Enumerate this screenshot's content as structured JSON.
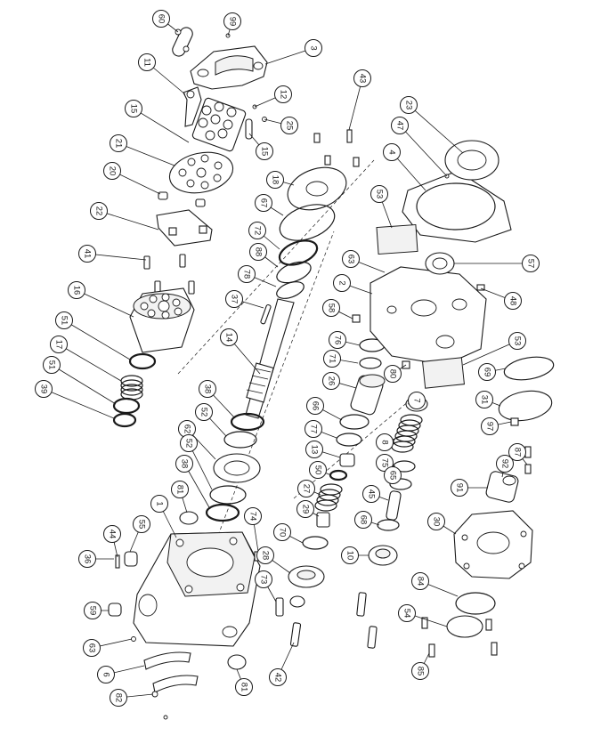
{
  "diagram": {
    "callouts": [
      {
        "id": "c60",
        "label": "60"
      },
      {
        "id": "c99",
        "label": "99"
      },
      {
        "id": "c3",
        "label": "3"
      },
      {
        "id": "c11",
        "label": "11"
      },
      {
        "id": "c12",
        "label": "12"
      },
      {
        "id": "c43",
        "label": "43"
      },
      {
        "id": "c15a",
        "label": "15"
      },
      {
        "id": "c25",
        "label": "25"
      },
      {
        "id": "c15b",
        "label": "15"
      },
      {
        "id": "c23",
        "label": "23"
      },
      {
        "id": "c47",
        "label": "47"
      },
      {
        "id": "c21",
        "label": "21"
      },
      {
        "id": "c4",
        "label": "4"
      },
      {
        "id": "c20",
        "label": "20"
      },
      {
        "id": "c18",
        "label": "18"
      },
      {
        "id": "c53a",
        "label": "53"
      },
      {
        "id": "c67",
        "label": "67"
      },
      {
        "id": "c22",
        "label": "22"
      },
      {
        "id": "c72",
        "label": "72"
      },
      {
        "id": "c63a",
        "label": "63"
      },
      {
        "id": "c57",
        "label": "57"
      },
      {
        "id": "c41",
        "label": "41"
      },
      {
        "id": "c88",
        "label": "88"
      },
      {
        "id": "c78",
        "label": "78"
      },
      {
        "id": "c2",
        "label": "2"
      },
      {
        "id": "c48",
        "label": "48"
      },
      {
        "id": "c16",
        "label": "16"
      },
      {
        "id": "c37",
        "label": "37"
      },
      {
        "id": "c58",
        "label": "58"
      },
      {
        "id": "c51a",
        "label": "51"
      },
      {
        "id": "c76",
        "label": "76"
      },
      {
        "id": "c53b",
        "label": "53"
      },
      {
        "id": "c17",
        "label": "17"
      },
      {
        "id": "c14",
        "label": "14"
      },
      {
        "id": "c71",
        "label": "71"
      },
      {
        "id": "c69",
        "label": "69"
      },
      {
        "id": "c51b",
        "label": "51"
      },
      {
        "id": "c80",
        "label": "80"
      },
      {
        "id": "c39",
        "label": "39"
      },
      {
        "id": "c26",
        "label": "26"
      },
      {
        "id": "c38a",
        "label": "38"
      },
      {
        "id": "c31",
        "label": "31"
      },
      {
        "id": "c7",
        "label": "7"
      },
      {
        "id": "c66",
        "label": "66"
      },
      {
        "id": "c52a",
        "label": "52"
      },
      {
        "id": "c62",
        "label": "62"
      },
      {
        "id": "c97",
        "label": "97"
      },
      {
        "id": "c77",
        "label": "77"
      },
      {
        "id": "c8",
        "label": "8"
      },
      {
        "id": "c52b",
        "label": "52"
      },
      {
        "id": "c13",
        "label": "13"
      },
      {
        "id": "c87",
        "label": "87"
      },
      {
        "id": "c75",
        "label": "75"
      },
      {
        "id": "c38b",
        "label": "38"
      },
      {
        "id": "c50",
        "label": "50"
      },
      {
        "id": "c65",
        "label": "65"
      },
      {
        "id": "c92",
        "label": "92"
      },
      {
        "id": "c81a",
        "label": "81"
      },
      {
        "id": "c27",
        "label": "27"
      },
      {
        "id": "c91",
        "label": "91"
      },
      {
        "id": "c45",
        "label": "45"
      },
      {
        "id": "c1",
        "label": "1"
      },
      {
        "id": "c29",
        "label": "29"
      },
      {
        "id": "c74",
        "label": "74"
      },
      {
        "id": "c68",
        "label": "68"
      },
      {
        "id": "c30",
        "label": "30"
      },
      {
        "id": "c44",
        "label": "44"
      },
      {
        "id": "c55",
        "label": "55"
      },
      {
        "id": "c70",
        "label": "70"
      },
      {
        "id": "c36",
        "label": "36"
      },
      {
        "id": "c10",
        "label": "10"
      },
      {
        "id": "c28",
        "label": "28"
      },
      {
        "id": "c84",
        "label": "84"
      },
      {
        "id": "c73",
        "label": "73"
      },
      {
        "id": "c59",
        "label": "59"
      },
      {
        "id": "c54",
        "label": "54"
      },
      {
        "id": "c63b",
        "label": "63"
      },
      {
        "id": "c6",
        "label": "6"
      },
      {
        "id": "c42",
        "label": "42"
      },
      {
        "id": "c81b",
        "label": "81"
      },
      {
        "id": "c85",
        "label": "85"
      },
      {
        "id": "c82",
        "label": "82"
      }
    ]
  }
}
